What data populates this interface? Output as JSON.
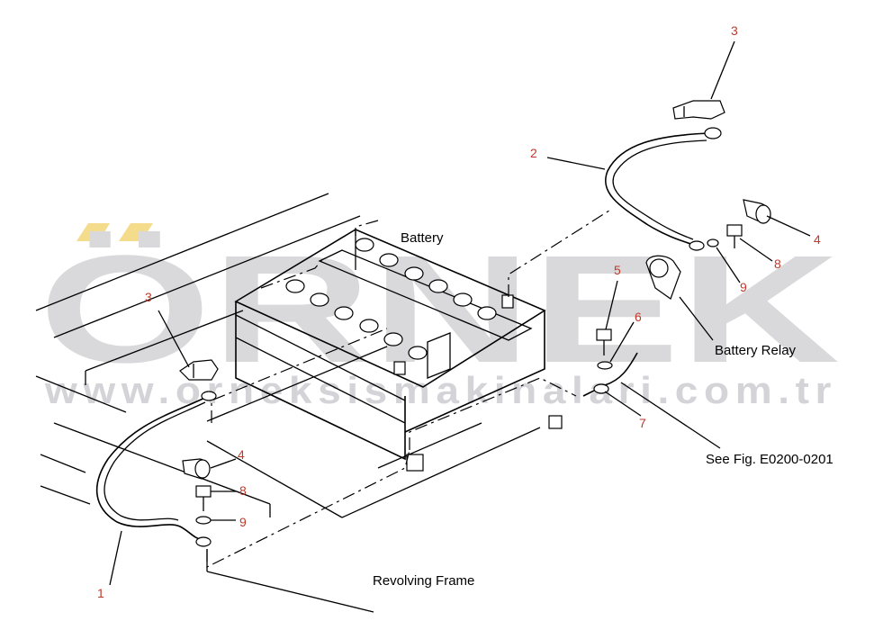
{
  "watermark": {
    "brand": "ÖRNEK",
    "url": "www.orneksismakinalari.com.tr",
    "accent_color": "#f5dc8c",
    "text_color": "#d9d9dc"
  },
  "labels": {
    "battery": "Battery",
    "battery_relay": "Battery Relay",
    "see_fig": "See Fig. E0200-0201",
    "revolving_frame": "Revolving Frame"
  },
  "callouts": [
    "1",
    "2",
    "3",
    "3",
    "4",
    "4",
    "5",
    "6",
    "7",
    "8",
    "8",
    "9",
    "9"
  ],
  "callout_color": "#c0392b"
}
